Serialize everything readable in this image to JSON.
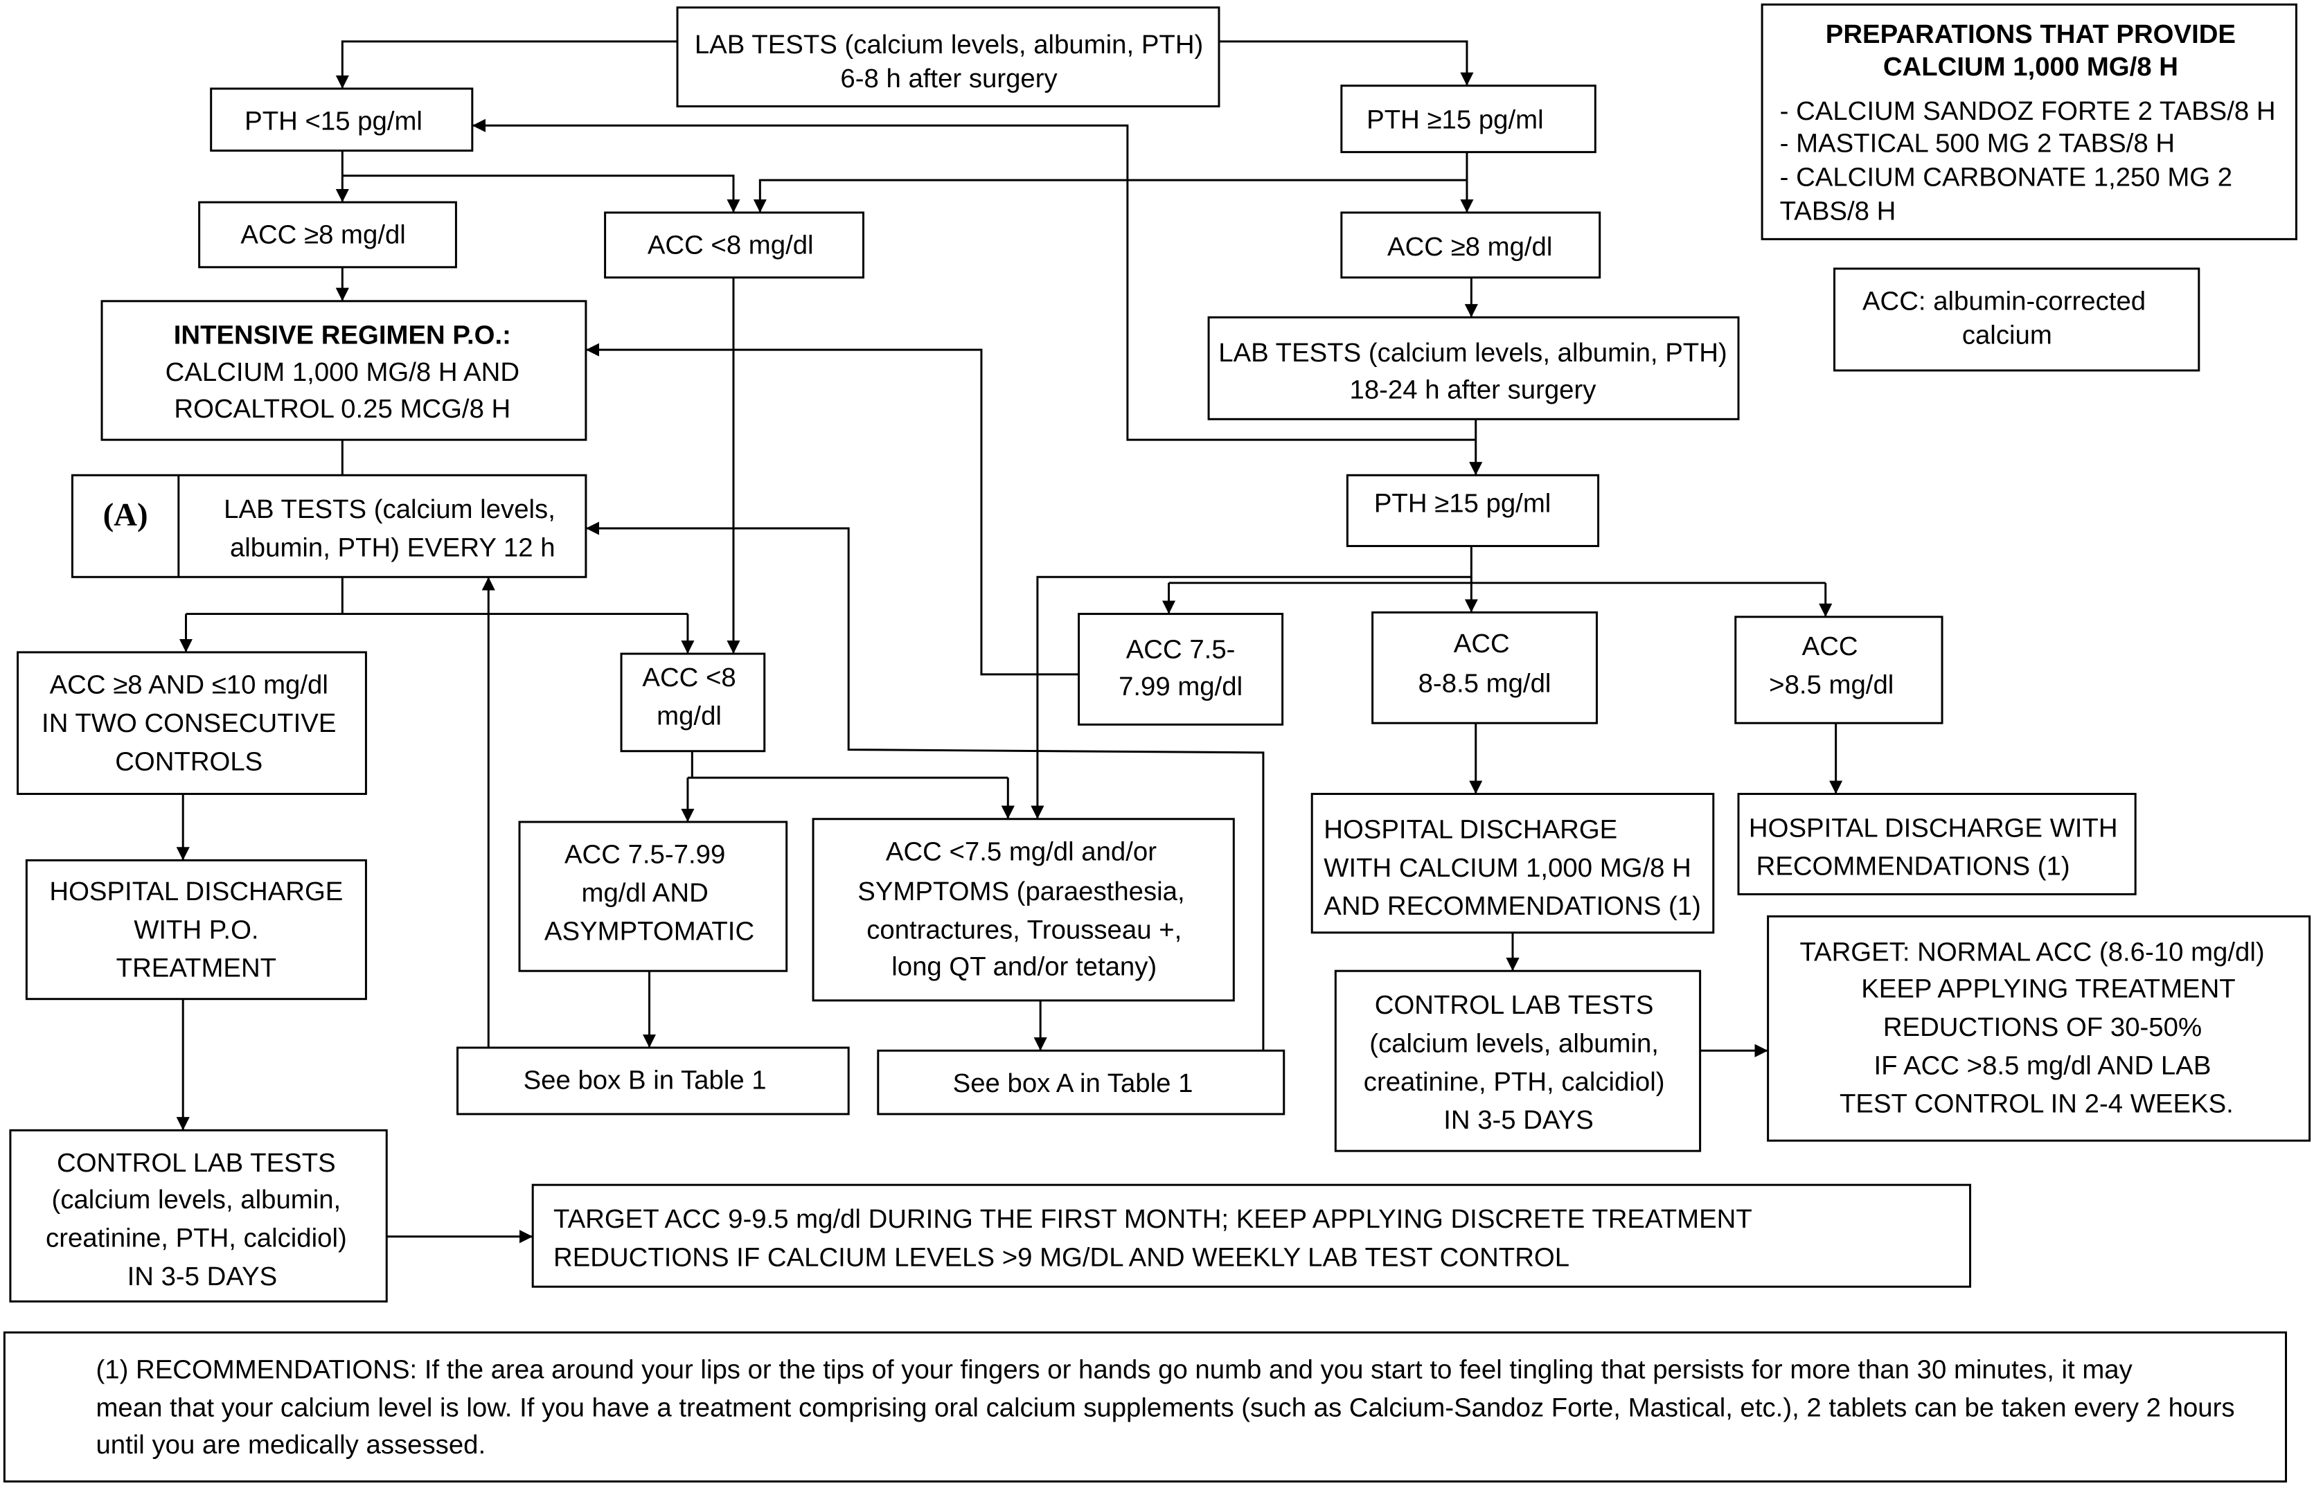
{
  "colors": {
    "ink": "#000000",
    "paper": "#ffffff"
  },
  "flowchart": {
    "lab_tests_6_8h": [
      "LAB TESTS (calcium levels, albumin, PTH)",
      "6-8 h after surgery"
    ],
    "pth_low": [
      "PTH <15 pg/ml"
    ],
    "pth_high_early": [
      "PTH ≥15 pg/ml"
    ],
    "acc_ge8_low_pth": [
      "ACC ≥8 mg/dl"
    ],
    "acc_lt8": [
      "ACC <8 mg/dl"
    ],
    "acc_ge8_high_pth": [
      "ACC ≥8 mg/dl"
    ],
    "intensive_regimen": {
      "title": "INTENSIVE REGIMEN P.O.:",
      "lines": [
        "CALCIUM 1,000 MG/8 H AND",
        "ROCALTROL 0.25 MCG/8 H"
      ]
    },
    "lab_tests_18_24h": [
      "LAB TESTS (calcium levels, albumin, PTH)",
      "18-24 h after surgery"
    ],
    "lab_tests_every_12h": {
      "label": "(A)",
      "lines": [
        "LAB TESTS (calcium levels,",
        "albumin, PTH) EVERY 12 h"
      ]
    },
    "pth_high_late": [
      "PTH ≥15 pg/ml"
    ],
    "acc_8_10": [
      "ACC ≥8 AND ≤10 mg/dl",
      "IN TWO CONSECUTIVE",
      "CONTROLS"
    ],
    "acc_lt8_followup": [
      "ACC <8",
      "mg/dl"
    ],
    "acc_7_5_7_99": [
      "ACC 7.5-",
      "7.99 mg/dl"
    ],
    "acc_8_8_5": [
      "ACC",
      "8-8.5 mg/dl"
    ],
    "acc_gt8_5": [
      "ACC",
      ">8.5 mg/dl"
    ],
    "acc_7_5_asymptomatic": [
      "ACC 7.5-7.99",
      "mg/dl AND",
      "ASYMPTOMATIC"
    ],
    "acc_lt7_5_symptoms": [
      "ACC <7.5 mg/dl and/or",
      "SYMPTOMS (paraesthesia,",
      "contractures, Trousseau +,",
      "long QT and/or tetany)"
    ],
    "discharge_with_calcium": [
      "HOSPITAL DISCHARGE",
      "WITH CALCIUM 1,000 MG/8 H",
      "AND RECOMMENDATIONS (1)"
    ],
    "discharge_with_recommendations": [
      "HOSPITAL DISCHARGE WITH",
      "RECOMMENDATIONS (1)"
    ],
    "discharge_po": [
      "HOSPITAL DISCHARGE",
      "WITH P.O.",
      "TREATMENT"
    ],
    "see_box_b": [
      "See box B in Table 1"
    ],
    "see_box_a": [
      "See box A in Table 1"
    ],
    "control_lab_tests_right": [
      "CONTROL LAB TESTS",
      "(calcium levels, albumin,",
      "creatinine, PTH, calcidiol)",
      "IN 3-5 DAYS"
    ],
    "target_normal_acc": [
      "TARGET: NORMAL ACC (8.6-10 mg/dl)",
      "KEEP APPLYING TREATMENT",
      "REDUCTIONS OF 30-50%",
      "IF ACC >8.5 mg/dl AND LAB",
      "TEST CONTROL IN 2-4 WEEKS."
    ],
    "control_lab_tests_left": [
      "CONTROL LAB TESTS",
      "(calcium levels, albumin,",
      "creatinine, PTH, calcidiol)",
      "IN 3-5 DAYS"
    ],
    "target_acc_first_month": [
      "TARGET ACC 9-9.5 mg/dl DURING THE FIRST MONTH; KEEP APPLYING DISCRETE TREATMENT",
      "REDUCTIONS IF CALCIUM LEVELS >9 MG/DL AND WEEKLY LAB TEST CONTROL"
    ]
  },
  "preparations": {
    "title": [
      "PREPARATIONS THAT PROVIDE",
      "CALCIUM 1,000 MG/8 H"
    ],
    "items": [
      "- CALCIUM SANDOZ FORTE 2 TABS/8 H",
      "- MASTICAL 500 MG 2 TABS/8 H",
      "- CALCIUM CARBONATE 1,250 MG 2",
      "TABS/8 H"
    ]
  },
  "abbreviation": [
    "ACC: albumin-corrected",
    "calcium"
  ],
  "footnote": [
    "(1) RECOMMENDATIONS: If the area around your lips or the tips of your fingers or hands go numb and you start to feel tingling that persists for more than 30 minutes, it may",
    "mean that your calcium level is low. If you have a treatment comprising oral calcium supplements (such as Calcium-Sandoz Forte, Mastical, etc.), 2 tablets can be taken every 2 hours",
    "until you are medically assessed."
  ]
}
